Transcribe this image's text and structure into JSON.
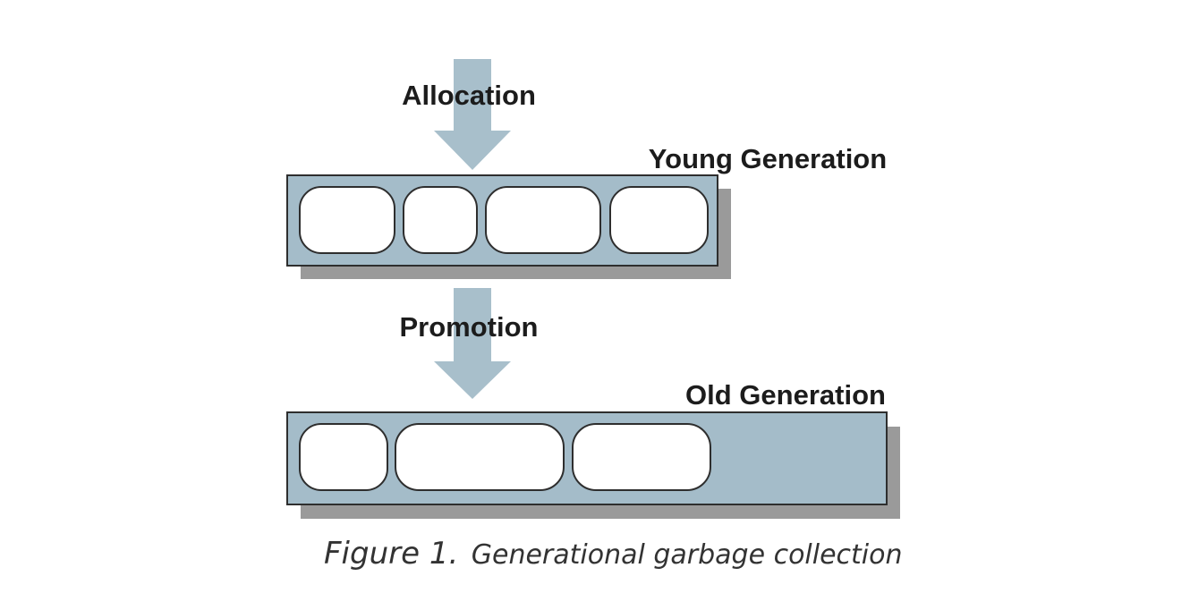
{
  "labels": {
    "allocation": "Allocation",
    "young_generation": "Young Generation",
    "promotion": "Promotion",
    "old_generation": "Old Generation"
  },
  "caption": {
    "number": "Figure 1.",
    "text": "Generational garbage collection"
  },
  "colors": {
    "arrow": "#a8bfcb",
    "bar_fill": "#a4bcc9",
    "shadow": "#9a9a9a",
    "outline": "#2e2e2e",
    "slot_fill": "#ffffff"
  },
  "young_generation": {
    "slot_count": 4
  },
  "old_generation": {
    "slot_count": 3
  }
}
